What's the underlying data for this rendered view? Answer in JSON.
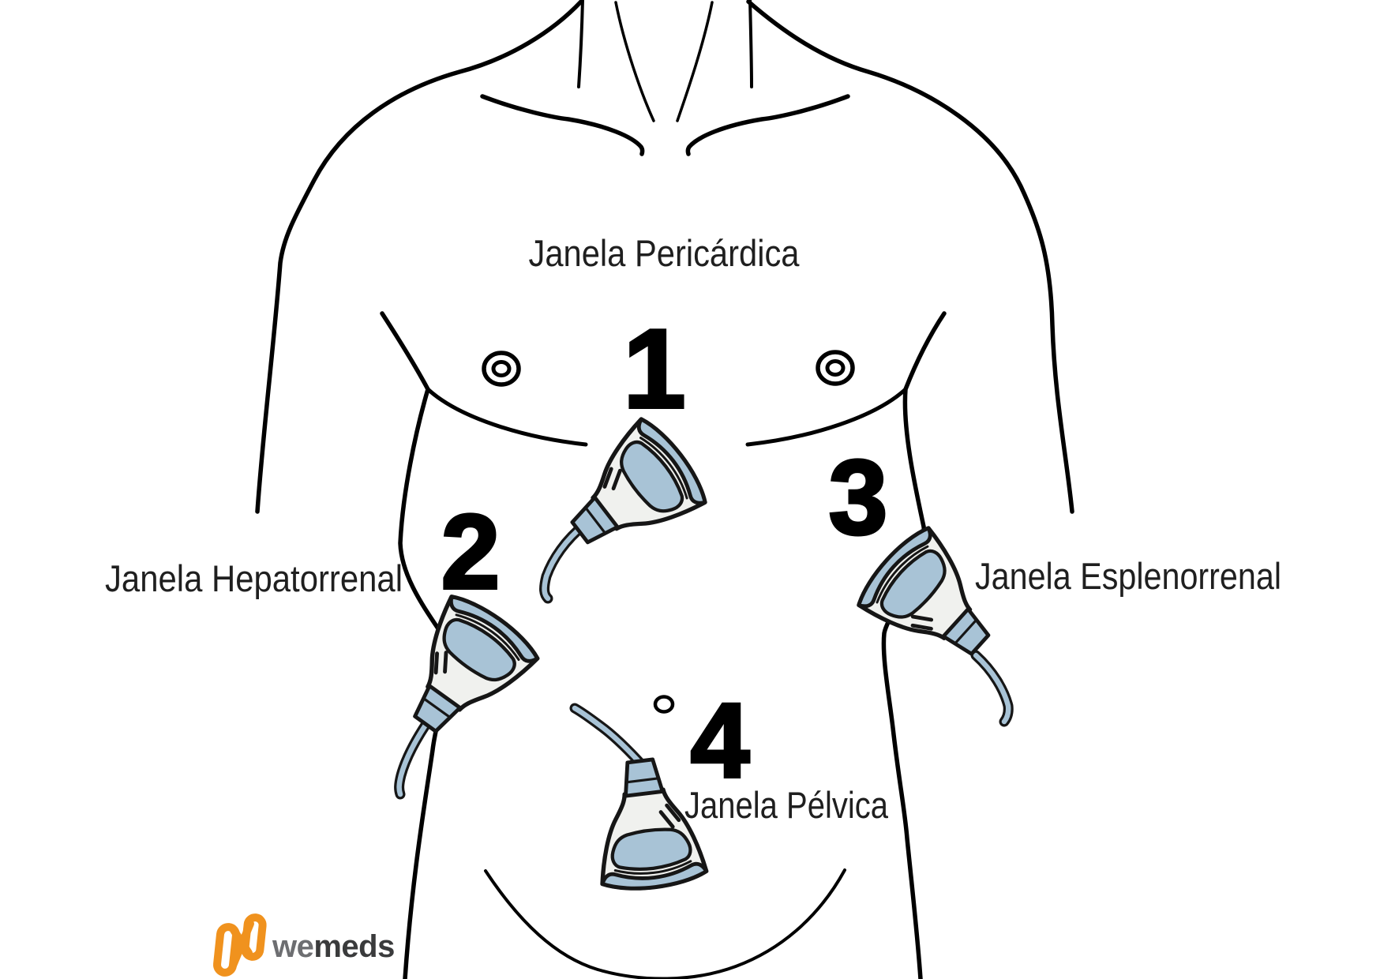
{
  "diagram": {
    "subject": "FAST ultrasound windows on a human torso",
    "windows": [
      {
        "number": "1",
        "label": "Janela Pericárdica"
      },
      {
        "number": "2",
        "label": "Janela Hepatorrenal"
      },
      {
        "number": "3",
        "label": "Janela Esplenorrenal"
      },
      {
        "number": "4",
        "label": "Janela Pélvica"
      }
    ],
    "colors": {
      "background": "#ffffff",
      "body_outline": "#000000",
      "label_text": "#1f1f1f",
      "probe_body": "#f0f1ee",
      "probe_accent": "#a8c3d6",
      "probe_outline": "#161616"
    },
    "logo": {
      "part1": "we",
      "part2": "meds",
      "icon_color": "#f0921e",
      "part1_color": "#6d6e71",
      "part2_color": "#3a3b3c"
    }
  }
}
